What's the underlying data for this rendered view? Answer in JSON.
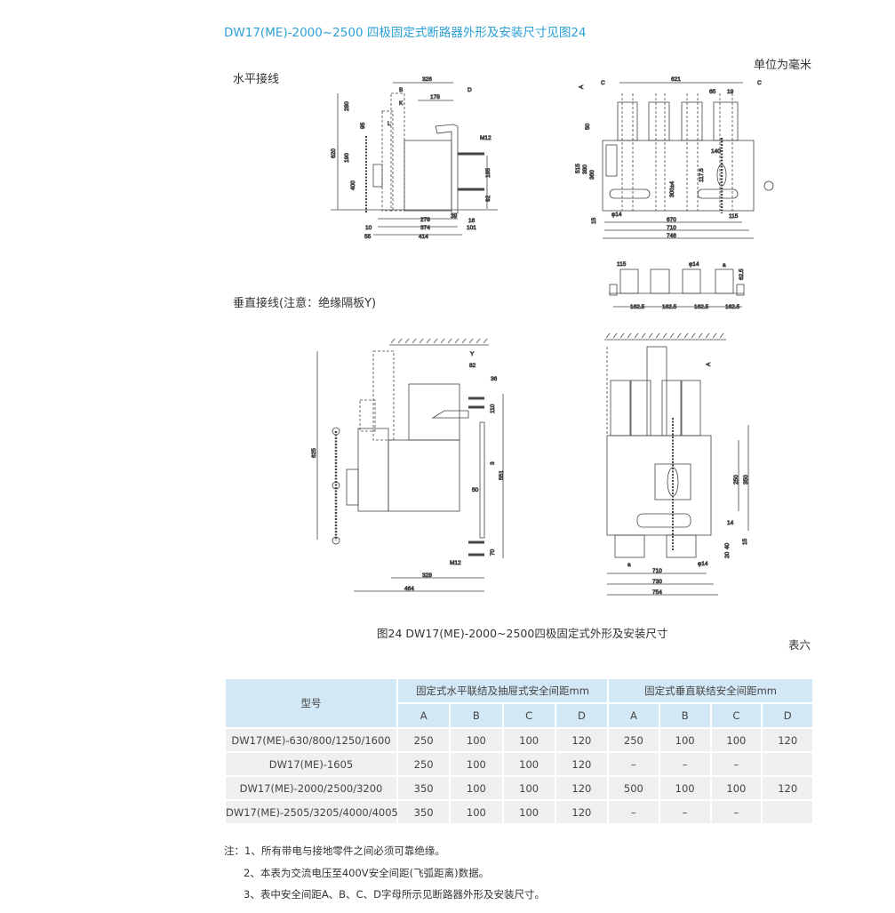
{
  "title": "DW17(ME)-2000~2500 四极固定式断路器外形及安装尺寸见图24",
  "unit_label": "单位为毫米",
  "section_horizontal": "水平接线",
  "section_vertical": "垂直接线(注意：绝缘隔板Y)",
  "figure_caption": "图24  DW17(ME)-2000~2500四极固定式外形及安装尺寸",
  "table_number": "表六",
  "drawings": {
    "side_horizontal": [
      "326",
      "B",
      "D",
      "178",
      "K",
      "L",
      "620",
      "280",
      "95",
      "190",
      "400",
      "M12",
      "185",
      "92",
      "278",
      "374",
      "414",
      "10",
      "55",
      "39",
      "16",
      "101"
    ],
    "front_horizontal": [
      "C",
      "621",
      "C",
      "A",
      "65",
      "19",
      "50",
      "515",
      "380",
      "360",
      "140",
      "117.5",
      "300±4",
      "φ14",
      "15",
      "670",
      "710",
      "746",
      "115"
    ],
    "busbar_detail": [
      "115",
      "φ14",
      "a",
      "162.5",
      "162.5",
      "162.5",
      "162.5",
      "62.5"
    ],
    "side_vertical": [
      "Y",
      "82",
      "36",
      "110",
      "625",
      "3",
      "50",
      "551",
      "70",
      "M12",
      "328",
      "464"
    ],
    "front_vertical": [
      "A",
      "250",
      "350",
      "14",
      "40",
      "15",
      "20",
      "a",
      "φ14",
      "710",
      "730",
      "754"
    ]
  },
  "table": {
    "model_header": "型号",
    "group_headers": [
      "固定式水平联结及抽屉式安全间距mm",
      "固定式垂直联结安全间距mm"
    ],
    "sub_headers": [
      "A",
      "B",
      "C",
      "D",
      "A",
      "B",
      "C",
      "D"
    ],
    "rows": [
      {
        "model": "DW17(ME)-630/800/1250/1600",
        "values": [
          "250",
          "100",
          "100",
          "120",
          "250",
          "100",
          "100",
          "120"
        ]
      },
      {
        "model": "DW17(ME)-1605",
        "values": [
          "250",
          "100",
          "100",
          "120",
          "–",
          "–",
          "–",
          ""
        ]
      },
      {
        "model": "DW17(ME)-2000/2500/3200",
        "values": [
          "350",
          "100",
          "100",
          "120",
          "500",
          "100",
          "100",
          "120"
        ]
      },
      {
        "model": "DW17(ME)-2505/3205/4000/4005",
        "values": [
          "350",
          "100",
          "100",
          "120",
          "–",
          "–",
          "–",
          ""
        ]
      }
    ]
  },
  "notes": [
    "注：1、所有带电与接地零件之间必须可靠绝缘。",
    "2、本表为交流电压至400V安全间距(飞弧距离)数据。",
    "3、表中安全间距A、B、C、D字母所示见断路器外形及安装尺寸。"
  ]
}
